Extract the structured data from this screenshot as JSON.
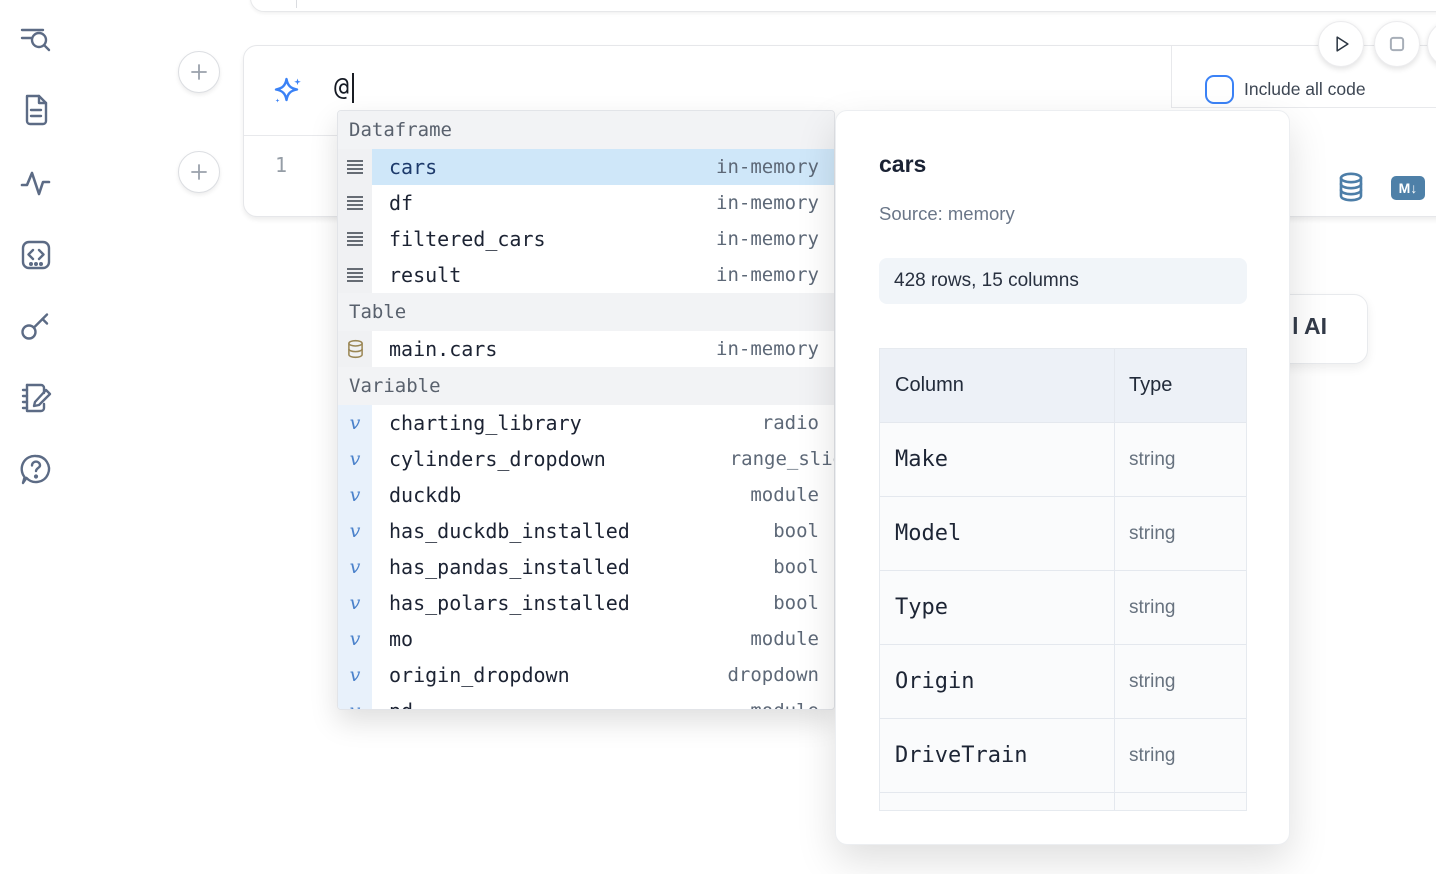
{
  "sidebar": {
    "items": [
      {
        "icon": "search-list-icon"
      },
      {
        "icon": "file-document-icon"
      },
      {
        "icon": "activity-icon"
      },
      {
        "icon": "code-snippets-icon"
      },
      {
        "icon": "key-icon"
      },
      {
        "icon": "notebook-pen-icon"
      },
      {
        "icon": "help-chat-icon"
      }
    ]
  },
  "run_controls": {
    "play_icon": "play-icon",
    "stop_icon": "stop-icon"
  },
  "ai_prompt": {
    "icon": "sparkles-icon",
    "value": "@",
    "include_all_code_label": "Include all code",
    "include_all_code_checked": false
  },
  "editor": {
    "line_number": "1",
    "actions": [
      {
        "icon": "database-icon"
      },
      {
        "icon": "markdown-icon",
        "badge": "M↓"
      }
    ]
  },
  "autocomplete": {
    "variable_glyph": "v",
    "sections": [
      {
        "label": "Dataframe",
        "items": [
          {
            "name": "cars",
            "type": "in-memory",
            "icon": "dataframe-icon",
            "selected": true
          },
          {
            "name": "df",
            "type": "in-memory",
            "icon": "dataframe-icon",
            "selected": false
          },
          {
            "name": "filtered_cars",
            "type": "in-memory",
            "icon": "dataframe-icon",
            "selected": false
          },
          {
            "name": "result",
            "type": "in-memory",
            "icon": "dataframe-icon",
            "selected": false
          }
        ]
      },
      {
        "label": "Table",
        "items": [
          {
            "name": "main.cars",
            "type": "in-memory",
            "icon": "database-icon",
            "selected": false
          }
        ]
      },
      {
        "label": "Variable",
        "items": [
          {
            "name": "charting_library",
            "type": "radio",
            "icon": "variable-icon",
            "selected": false
          },
          {
            "name": "cylinders_dropdown",
            "type": "range_slider",
            "icon": "variable-icon",
            "selected": false
          },
          {
            "name": "duckdb",
            "type": "module",
            "icon": "variable-icon",
            "selected": false
          },
          {
            "name": "has_duckdb_installed",
            "type": "bool",
            "icon": "variable-icon",
            "selected": false
          },
          {
            "name": "has_pandas_installed",
            "type": "bool",
            "icon": "variable-icon",
            "selected": false
          },
          {
            "name": "has_polars_installed",
            "type": "bool",
            "icon": "variable-icon",
            "selected": false
          },
          {
            "name": "mo",
            "type": "module",
            "icon": "variable-icon",
            "selected": false
          },
          {
            "name": "origin_dropdown",
            "type": "dropdown",
            "icon": "variable-icon",
            "selected": false
          },
          {
            "name": "pd",
            "type": "module",
            "icon": "variable-icon",
            "selected": false
          }
        ]
      }
    ]
  },
  "preview": {
    "title": "cars",
    "source": "Source: memory",
    "shape": "428 rows, 15 columns",
    "table": {
      "col_header": "Column",
      "type_header": "Type",
      "rows": [
        {
          "column": "Make",
          "type": "string"
        },
        {
          "column": "Model",
          "type": "string"
        },
        {
          "column": "Type",
          "type": "string"
        },
        {
          "column": "Origin",
          "type": "string"
        },
        {
          "column": "DriveTrain",
          "type": "string"
        }
      ]
    }
  },
  "ai_card": {
    "visible_label": "l AI"
  }
}
